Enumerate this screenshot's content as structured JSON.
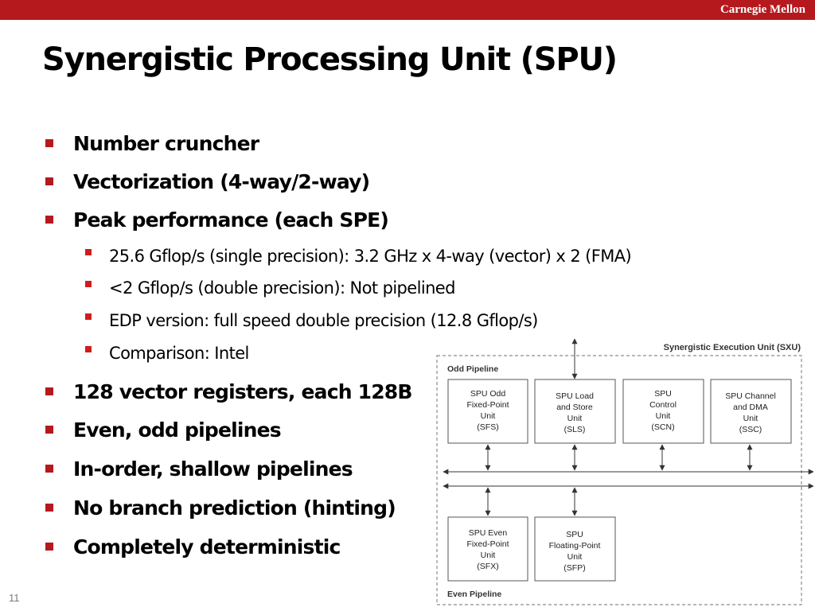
{
  "header": {
    "brand": "Carnegie Mellon"
  },
  "slide": {
    "title": "Synergistic Processing Unit (SPU)",
    "page_number": "11",
    "bullets": [
      {
        "text": "Number cruncher",
        "level": 1
      },
      {
        "text": "Vectorization (4-way/2-way)",
        "level": 1
      },
      {
        "text": "Peak performance (each SPE)",
        "level": 1
      },
      {
        "text": "25.6 Gflop/s (single precision): 3.2 GHz x 4-way (vector) x 2 (FMA)",
        "level": 2
      },
      {
        "text": "<2 Gflop/s (double precision): Not pipelined",
        "level": 2
      },
      {
        "text": "EDP version: full speed double precision (12.8 Gflop/s)",
        "level": 2
      },
      {
        "text": "Comparison: Intel",
        "level": 2
      },
      {
        "text": "128 vector registers, each 128B",
        "level": 1
      },
      {
        "text": "Even, odd pipelines",
        "level": 1
      },
      {
        "text": "In-order, shallow pipelines",
        "level": 1
      },
      {
        "text": "No branch prediction (hinting)",
        "level": 1
      },
      {
        "text": "Completely deterministic",
        "level": 1
      }
    ]
  },
  "diagram": {
    "title": "Synergistic Execution Unit (SXU)",
    "odd_pipeline_label": "Odd Pipeline",
    "even_pipeline_label": "Even Pipeline",
    "odd_units": [
      {
        "lines": [
          "SPU Odd",
          "Fixed-Point",
          "Unit",
          "(SFS)"
        ]
      },
      {
        "lines": [
          "SPU Load",
          "and Store",
          "Unit",
          "(SLS)"
        ]
      },
      {
        "lines": [
          "SPU",
          "Control",
          "Unit",
          "(SCN)"
        ]
      },
      {
        "lines": [
          "SPU Channel",
          "and DMA",
          "Unit",
          "(SSC)"
        ]
      }
    ],
    "even_units": [
      {
        "lines": [
          "SPU Even",
          "Fixed-Point",
          "Unit",
          "(SFX)"
        ]
      },
      {
        "lines": [
          "SPU",
          "Floating-Point",
          "Unit",
          "(SFP)"
        ]
      }
    ]
  },
  "colors": {
    "accent": "#b5191d",
    "diagram_stroke": "#555555",
    "dashed_border": "#8c8c8c"
  }
}
